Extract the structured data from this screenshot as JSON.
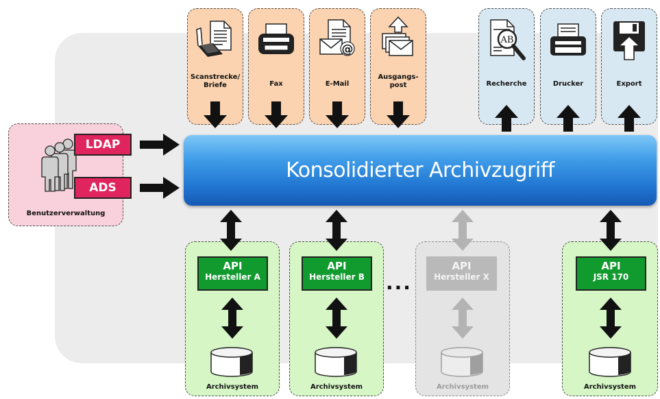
{
  "title": "Konsolidierter Archivzugriff",
  "user_management": {
    "label": "Benutzerverwaltung",
    "connectors": [
      "LDAP",
      "ADS"
    ]
  },
  "inputs": [
    {
      "label": "Scanstrecke/\nBriefe",
      "icon": "scanner-icon"
    },
    {
      "label": "Fax",
      "icon": "fax-icon"
    },
    {
      "label": "E-Mail",
      "icon": "email-icon"
    },
    {
      "label": "Ausgangs-\npost",
      "icon": "outgoing-mail-icon"
    }
  ],
  "outputs": [
    {
      "label": "Recherche",
      "icon": "search-icon"
    },
    {
      "label": "Drucker",
      "icon": "printer-icon"
    },
    {
      "label": "Export",
      "icon": "floppy-export-icon"
    }
  ],
  "archives": [
    {
      "api_line1": "API",
      "api_line2": "Hersteller A",
      "label": "Archivsystem",
      "active": true
    },
    {
      "api_line1": "API",
      "api_line2": "Hersteller B",
      "label": "Archivsystem",
      "active": true
    },
    {
      "api_line1": "API",
      "api_line2": "Hersteller X",
      "label": "Archivsystem",
      "active": false
    },
    {
      "api_line1": "API",
      "api_line2": "JSR 170",
      "label": "Archivsystem",
      "active": true
    }
  ],
  "ellipsis": "...",
  "colors": {
    "input_box": "#fbd3b0",
    "output_box": "#d8e8f2",
    "archive_box": "#d6f6c6",
    "user_box": "#f9d1dc",
    "connector_tag": "#e0245e",
    "api_box": "#119a2e",
    "main_bar": "#1f74d0"
  }
}
